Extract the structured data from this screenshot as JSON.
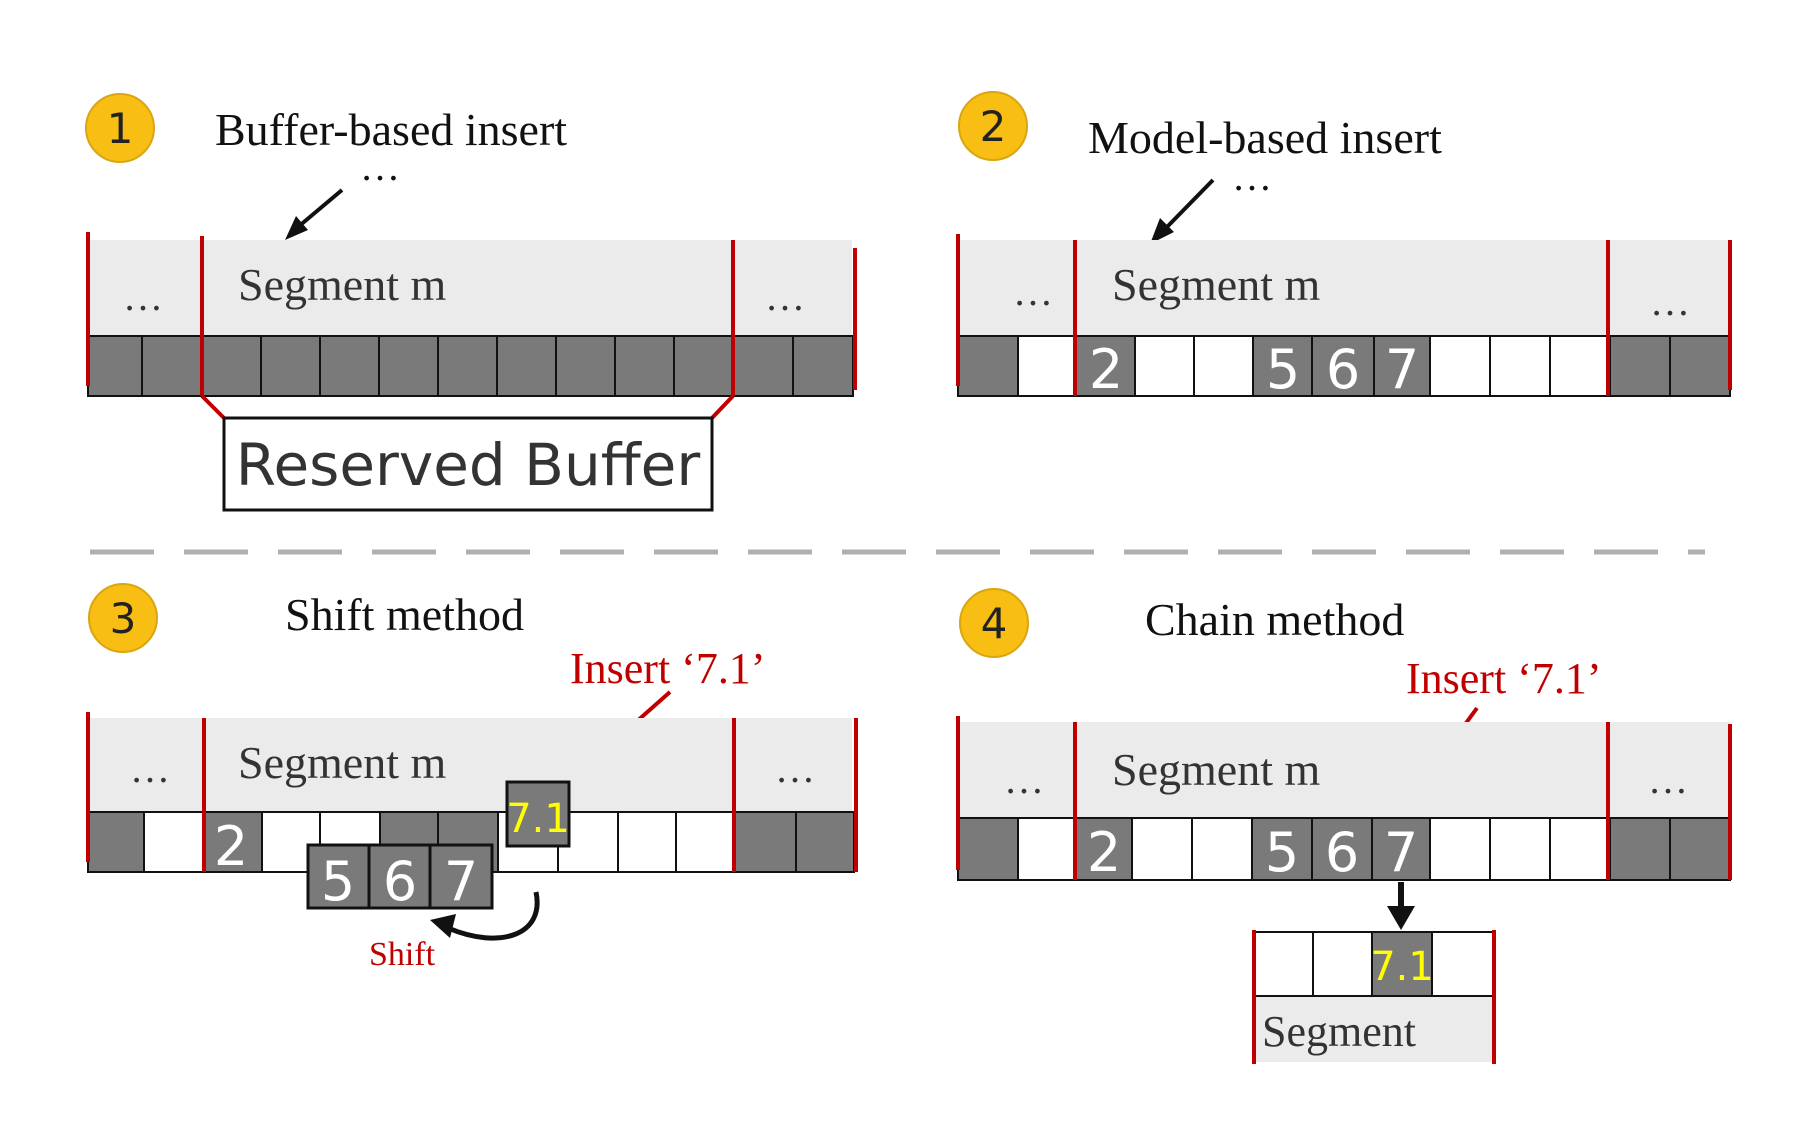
{
  "panels": [
    {
      "number": "1",
      "title": "Buffer-based insert"
    },
    {
      "number": "2",
      "title": "Model-based insert"
    },
    {
      "number": "3",
      "title": "Shift method"
    },
    {
      "number": "4",
      "title": "Chain method"
    }
  ],
  "labels": {
    "segment_m": "Segment m",
    "segment": "Segment",
    "ellipsis": "…",
    "reserved_buffer": "Reserved Buffer",
    "insert_note": "Insert ‘7.1’",
    "shift": "Shift"
  },
  "values": {
    "v2": "2",
    "v5": "5",
    "v6": "6",
    "v7": "7",
    "v71": "7.1"
  },
  "colors": {
    "badge_fill": "#F9BE13",
    "segment_bg": "#EBEBEB",
    "slot_filled": "#7A7A7A",
    "boundary": "#C00000",
    "insert_text": "#C00000",
    "new_value": "#FFFF00",
    "divider": "#B0B0B0"
  }
}
